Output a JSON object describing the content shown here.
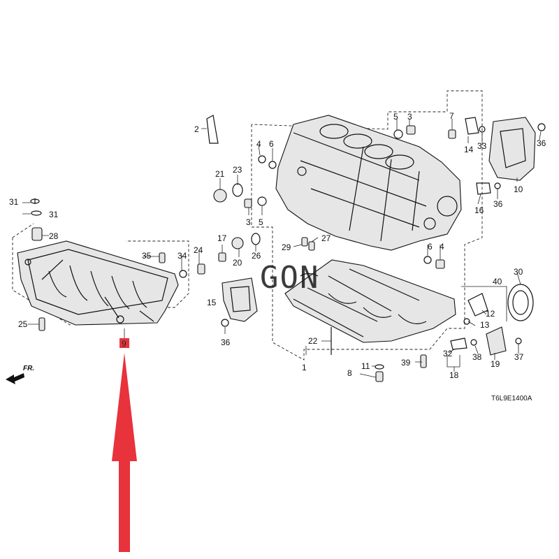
{
  "diagram": {
    "code": "T6L9E1400A",
    "watermark": "GON",
    "direction_label": "FR.",
    "highlight": {
      "part": "9",
      "color": "#e8323c"
    },
    "arrow_color": "#e8323c",
    "parts": [
      "1",
      "2",
      "3",
      "4",
      "5",
      "6",
      "7",
      "8",
      "9",
      "10",
      "11",
      "12",
      "13",
      "14",
      "15",
      "16",
      "17",
      "18",
      "19",
      "20",
      "21",
      "22",
      "23",
      "24",
      "25",
      "26",
      "27",
      "28",
      "29",
      "30",
      "31",
      "32",
      "33",
      "34",
      "35",
      "36",
      "37",
      "38",
      "39",
      "40"
    ]
  }
}
